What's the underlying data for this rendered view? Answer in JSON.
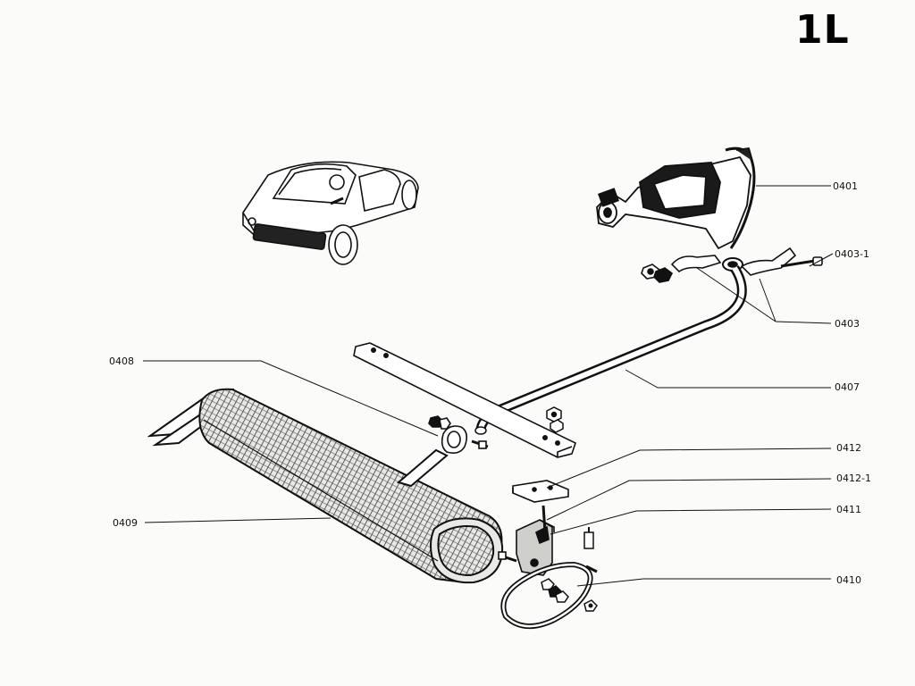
{
  "sheet_code": "1L",
  "parts": {
    "p0401": "0401",
    "p0403_1": "0403-1",
    "p0403": "0403",
    "p0407": "0407",
    "p0408": "0408",
    "p0409": "0409",
    "p0410": "0410",
    "p0411": "0411",
    "p0412": "0412",
    "p0412_1": "0412-1"
  }
}
